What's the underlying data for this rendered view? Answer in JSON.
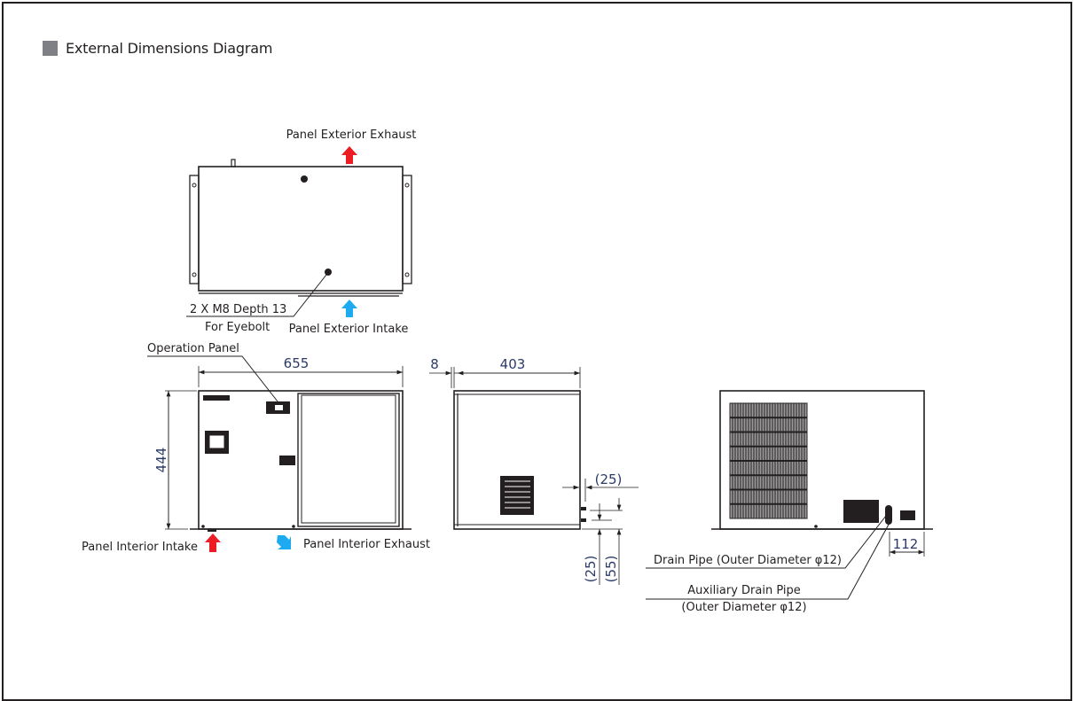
{
  "header": {
    "title": "External Dimensions Diagram"
  },
  "colors": {
    "exhaust_arrow": "#ec1c24",
    "intake_arrow": "#1eaaf1",
    "line": "#231f20",
    "dimension_text": "#2b3a67",
    "heading_square": "#7f8085"
  },
  "top_view": {
    "exhaust_label": "Panel Exterior Exhaust",
    "intake_label": "Panel Exterior Intake",
    "eyebolt_label_1": "2 X M8 Depth 13",
    "eyebolt_label_2": "For Eyebolt"
  },
  "front_view": {
    "operation_panel_label": "Operation Panel",
    "width_dim": "655",
    "height_dim": "444",
    "interior_intake_label": "Panel Interior Intake",
    "interior_exhaust_label": "Panel Interior Exhaust"
  },
  "side_view": {
    "flange_dim": "8",
    "depth_dim": "403",
    "pipe_offset_dim": "(25)",
    "pipe_height_dim_1": "(25)",
    "pipe_height_dim_2": "(55)"
  },
  "rear_view": {
    "drain_pipe_label": "Drain Pipe (Outer Diameter φ12)",
    "aux_drain_label_1": "Auxiliary Drain Pipe",
    "aux_drain_label_2": "(Outer Diameter φ12)",
    "pipe_position_dim": "112"
  }
}
